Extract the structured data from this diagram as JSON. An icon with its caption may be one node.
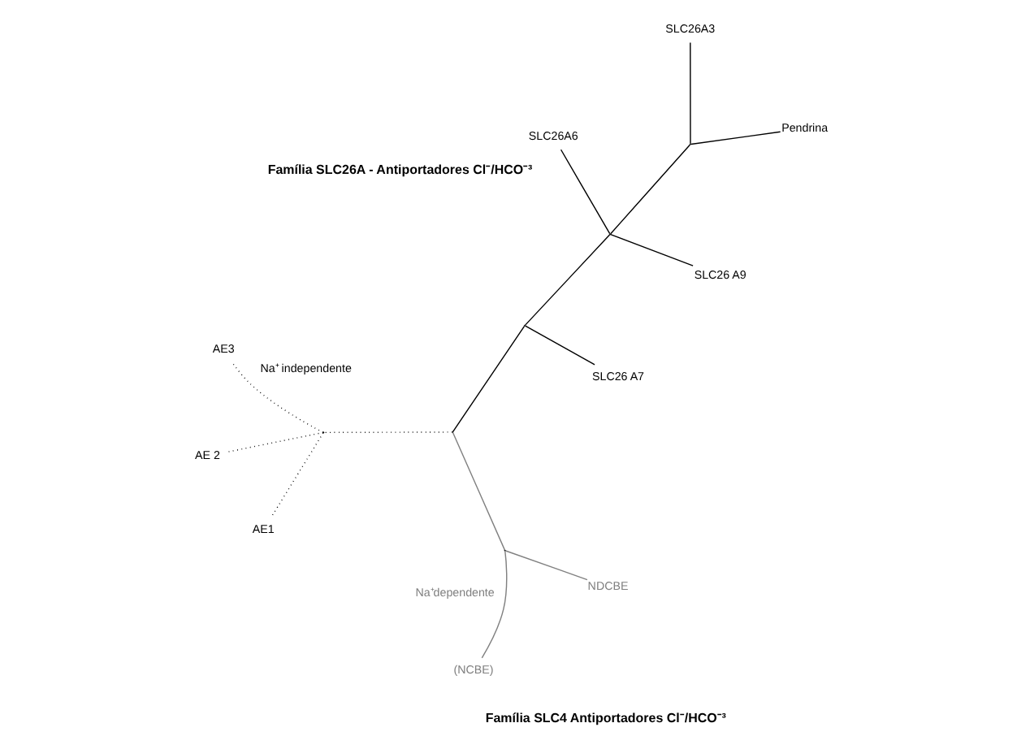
{
  "diagram": {
    "nodes": [
      {
        "text": [
          "(NCBE)"
        ]
      },
      {
        "text": [
          "NDCBE"
        ]
      },
      {
        "text": [
          "SLC26 A7"
        ]
      },
      {
        "text": [
          "SLC26A3"
        ]
      },
      {
        "text": [
          "Pendrina"
        ]
      },
      {
        "text": [
          "AE3"
        ]
      },
      {
        "text": [
          "AE 2"
        ]
      },
      {
        "text": [
          "AE1"
        ]
      },
      {
        "text": [
          "SLC26A6"
        ]
      },
      {
        "text": [
          "SLC26 A9"
        ]
      },
      {
        "text": [],
        "shape": "point"
      },
      {
        "text": [],
        "shape": "point"
      },
      {
        "text": [],
        "shape": "point"
      },
      {
        "text": [],
        "shape": "point"
      },
      {
        "text": [],
        "shape": "point"
      },
      {
        "text": [],
        "shape": "point"
      }
    ],
    "edges": [
      {
        "from": 12,
        "to": 10,
        "arrow": "none",
        "color": "#808080"
      },
      {
        "from": 10,
        "to": 0,
        "arrow": "none",
        "color": "#808080"
      },
      {
        "from": 10,
        "to": 1,
        "arrow": "none",
        "color": "#808080"
      },
      {
        "from": 12,
        "to": 11,
        "arrow": "none",
        "style": "dashed"
      },
      {
        "from": 11,
        "to": 5,
        "arrow": "none",
        "style": "dashed"
      },
      {
        "from": 11,
        "to": 6,
        "arrow": "none",
        "style": "dashed"
      },
      {
        "from": 11,
        "to": 7,
        "arrow": "none",
        "style": "dashed"
      },
      {
        "from": 12,
        "to": 13,
        "arrow": "none"
      },
      {
        "from": 13,
        "to": 2,
        "arrow": "none"
      },
      {
        "from": 13,
        "to": 14,
        "arrow": "none"
      },
      {
        "from": 14,
        "to": 15,
        "arrow": "none"
      },
      {
        "from": 15,
        "to": 3,
        "arrow": "none"
      },
      {
        "from": 15,
        "to": 4,
        "arrow": "none"
      },
      {
        "from": 14,
        "to": 8,
        "arrow": "none"
      },
      {
        "from": 14,
        "to": 9,
        "arrow": "none"
      }
    ],
    "labels": [
      "Família SLC4 Antiportadores Cl⁻/HCO⁻³",
      "Família SLC26A - Antiportadores Cl⁻/HCO⁻³",
      "Na⁺dependente",
      "Na⁺ independente"
    ]
  }
}
